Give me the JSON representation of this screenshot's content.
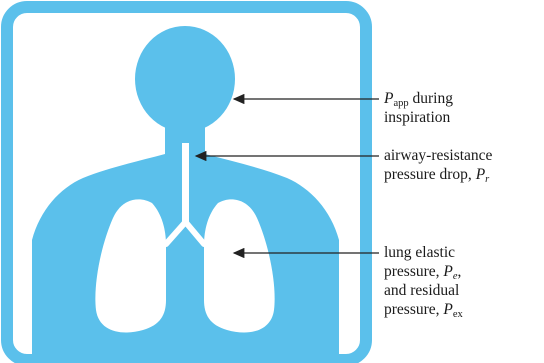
{
  "colors": {
    "frame": "#5BC0EB",
    "body": "#5BC0EB",
    "background": "#ffffff",
    "arrow": "#222222"
  },
  "labels": {
    "app": {
      "symbol": "P",
      "subscript": "app",
      "line1_rest": " during",
      "line2": "inspiration"
    },
    "airway": {
      "line1": "airway-resistance",
      "line2_prefix": "pressure drop, ",
      "symbol": "P",
      "subscript": "r"
    },
    "elastic": {
      "line1": "lung elastic",
      "line2_prefix": "pressure, ",
      "symbol_e": "P",
      "subscript_e": "e",
      "line2_suffix": ",",
      "line3": "and residual",
      "line4_prefix": "pressure, ",
      "symbol_ex": "P",
      "subscript_ex": "ex"
    }
  }
}
